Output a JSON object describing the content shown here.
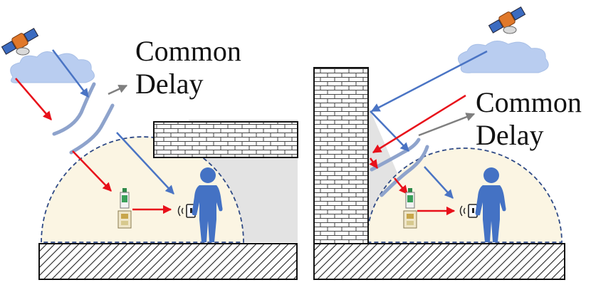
{
  "left_panel": {
    "label_line1": "Common",
    "label_line2": "Delay"
  },
  "right_panel": {
    "label_line1": "Common",
    "label_line2": "Delay"
  },
  "colors": {
    "direct_path": "#e8101a",
    "reflected_path": "#4a74c4",
    "common_delay_arrow": "#7f7f7f",
    "coverage_fill": "#fbf5e3",
    "coverage_border": "#2f4a86",
    "shadow": "#e3e3e3",
    "cloud": "#b9cdf0",
    "person": "#4472c4",
    "atmosphere": "#8ea3cc"
  },
  "icons": {
    "satellite": "satellite-icon",
    "cloud": "cloud-icon",
    "receiver": "gnss-receiver-icon",
    "person": "person-icon",
    "phone": "phone-icon",
    "wall": "brick-wall-icon",
    "ground": "hatched-ground-icon"
  }
}
